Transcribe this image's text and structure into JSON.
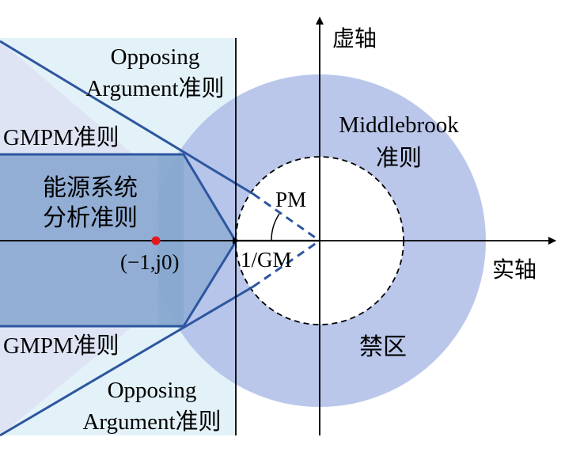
{
  "diagram": {
    "axes": {
      "imag_label": "虚轴",
      "real_label": "实轴"
    },
    "regions": {
      "opposing_top": {
        "line1": "Opposing",
        "line2": "Argument准则"
      },
      "opposing_bottom": {
        "line1": "Opposing",
        "line2": "Argument准则"
      },
      "gmpm_top": "GMPM准则",
      "gmpm_bottom": "GMPM准则",
      "energy": {
        "line1": "能源系统",
        "line2": "分析准则"
      },
      "middlebrook": {
        "line1": "Middlebrook",
        "line2": "准则"
      },
      "forbidden": "禁区"
    },
    "annotations": {
      "pm": "PM",
      "gm": "1/GM",
      "critical_point": "(−1,j0)"
    },
    "colors": {
      "opposing_fill": "#e3f1f8",
      "left_band": "#dfe4f4",
      "middlebrook_fill": "#aebde6",
      "gmpm_fill": "#9fb6dc",
      "energy_fill": "#7fa2cc",
      "line": "#2d56a0",
      "point": "#e0191f"
    }
  }
}
